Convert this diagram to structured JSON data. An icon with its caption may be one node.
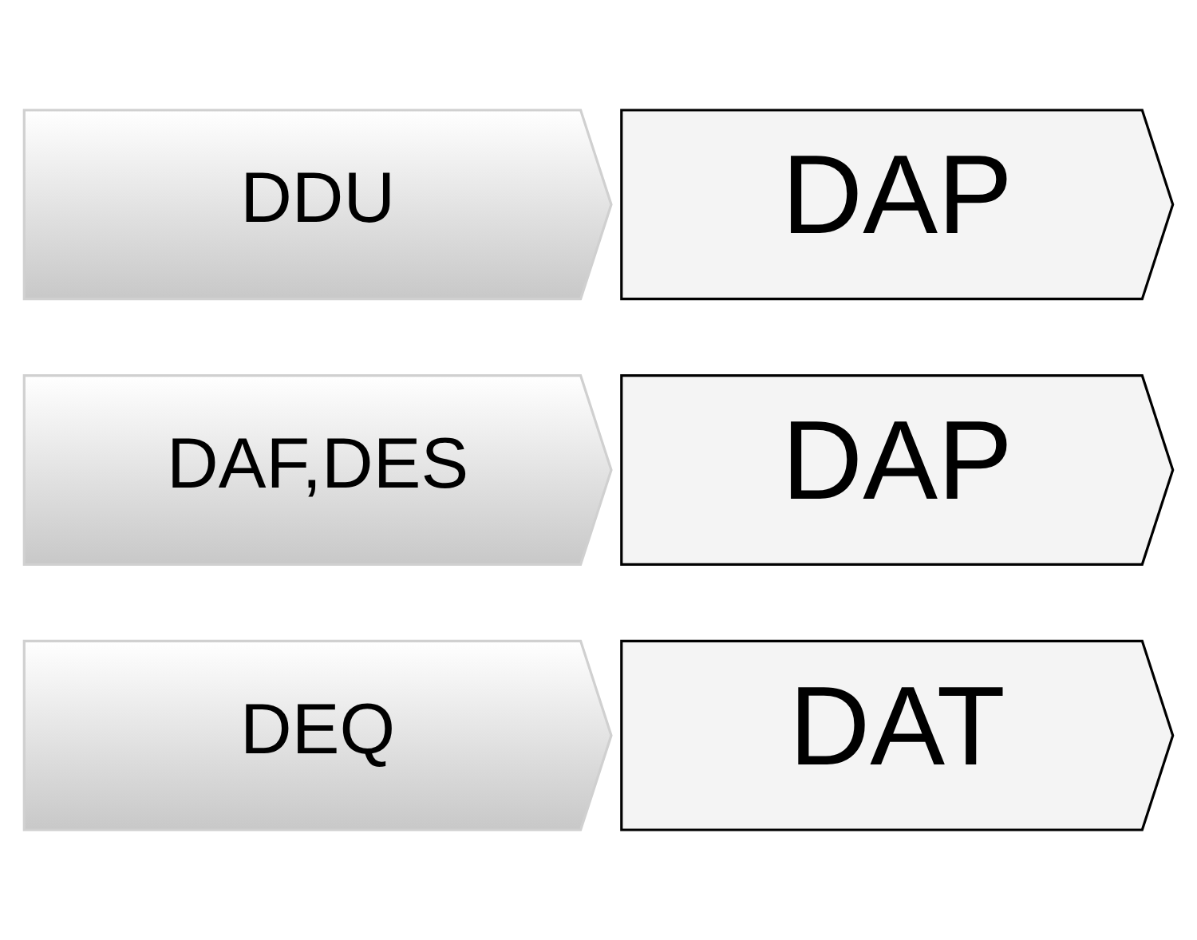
{
  "diagram": {
    "nodes": [
      {
        "text": [
          "DDU"
        ]
      },
      {
        "text": [
          "DAP"
        ]
      },
      {
        "text": [
          "DAF,DES"
        ]
      },
      {
        "text": [
          "DAP"
        ]
      },
      {
        "text": [
          "DEQ"
        ]
      },
      {
        "text": [
          "DAT"
        ]
      }
    ]
  }
}
